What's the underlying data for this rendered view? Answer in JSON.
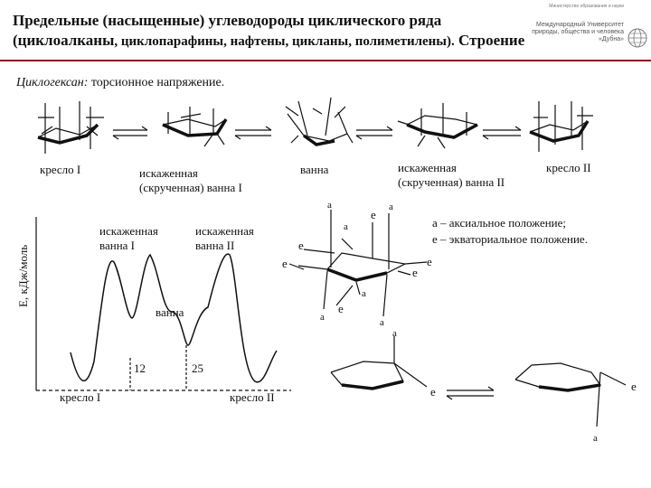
{
  "title": {
    "line1": "Предельные (насыщенные) углеводороды циклического ряда",
    "line2_bold": "(циклоалканы",
    "line2_small": ", циклопарафины, нафтены, цикланы, полиметилены).",
    "line2_end": " Строение"
  },
  "logo": {
    "line1": "Министерство образования и науки",
    "line2": "Международный Университет природы, общества и человека «Дубна»"
  },
  "subtitle": {
    "italic": "Циклогексан:",
    "rest": " торсионное напряжение."
  },
  "conformations": {
    "chair1": "кресло I",
    "twist1_a": "искаженная",
    "twist1_b": "(скрученная) ванна I",
    "boat": "ванна",
    "twist2_a": "искаженная",
    "twist2_b": "(скрученная) ванна II",
    "chair2": "кресло II"
  },
  "energy_plot": {
    "ylabel": "E, кДж/моль",
    "label_twist1_a": "искаженная",
    "label_twist1_b": "ванна I",
    "label_twist2_a": "искаженная",
    "label_twist2_b": "ванна II",
    "label_boat": "ванна",
    "val_12": "12",
    "val_25": "25",
    "label_chair1": "кресло I",
    "label_chair2": "кресло II"
  },
  "positions": {
    "a": "a",
    "e": "e",
    "note_line1": "a – аксиальное положение;",
    "note_line2": "e – экваториальное положение."
  }
}
